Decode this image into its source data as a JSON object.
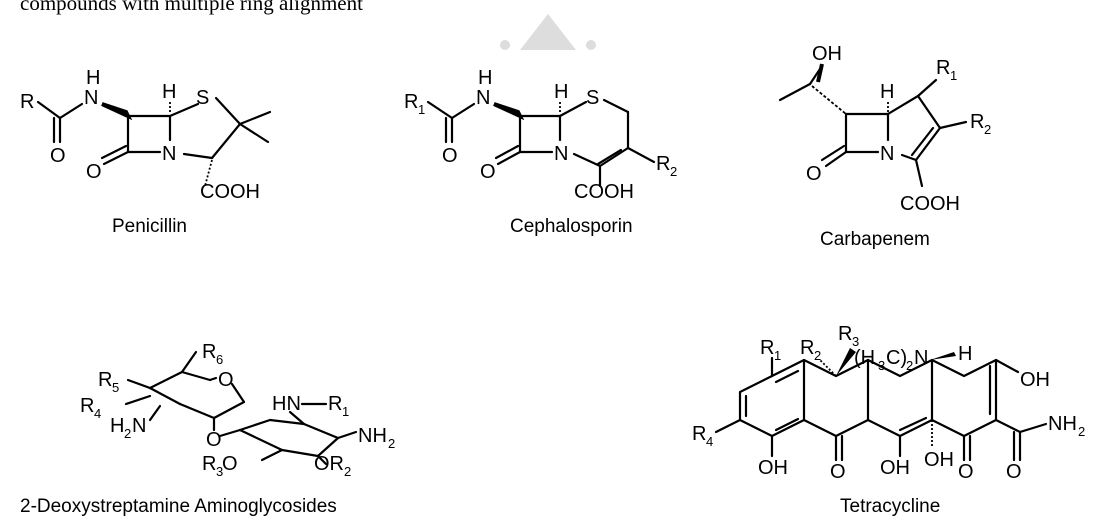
{
  "header": {
    "text": "compounds with multiple ring alignment"
  },
  "structures": [
    {
      "id": "penicillin",
      "name": "Penicillin"
    },
    {
      "id": "cephalosporin",
      "name": "Cephalosporin"
    },
    {
      "id": "carbapenem",
      "name": "Carbapenem"
    },
    {
      "id": "aminoglycoside",
      "name": "2-Deoxystreptamine Aminoglycosides"
    },
    {
      "id": "tetracycline",
      "name": "Tetracycline"
    }
  ],
  "atoms": {
    "R": "R",
    "N": "N",
    "H": "H",
    "S": "S",
    "O": "O",
    "OH": "OH",
    "COOH": "COOH",
    "NH2": "NH",
    "sub1": "1",
    "sub2": "2",
    "sub3": "3",
    "sub4": "4",
    "sub5": "5",
    "sub6": "6",
    "HN": "HN",
    "H2N": "H",
    "R3O": "R",
    "OR2": "OR",
    "H3C": "(H",
    "C": "C)",
    "NR": "N"
  }
}
